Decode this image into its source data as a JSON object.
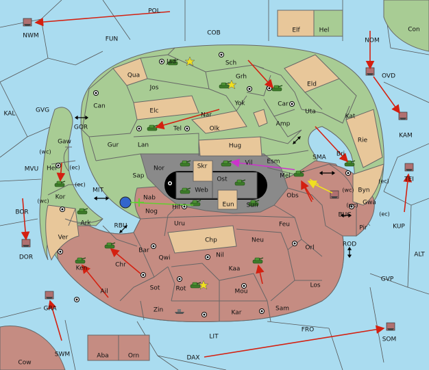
{
  "colors": {
    "sea": "#aadcf0",
    "land_green": "#a8cc94",
    "land_tan": "#e8c79a",
    "land_red": "#c58c82",
    "center_dark": "#8a8a8a",
    "center_black": "#000000",
    "order_red": "#d42010",
    "order_magenta": "#cc33cc",
    "order_yellow": "#f0e020",
    "order_green": "#66cc33"
  },
  "labels": {
    "sea": {
      "POL": "POL",
      "NWM": "NWM",
      "FUN": "FUN",
      "COB": "COB",
      "NOM": "NOM",
      "Con": "Con",
      "OVD": "OVD",
      "KAL": "KAL",
      "GVG": "GVG",
      "GOR": "GOR",
      "KAM": "KAM",
      "SMA": "SMA",
      "MVU": "MVU",
      "MIT": "MIT",
      "BOR": "BOR",
      "RBU": "RBU",
      "BUC": "BUC",
      "KUP": "KUP",
      "TEI": "TEI",
      "DOR": "DOR",
      "ROD": "ROD",
      "ALT": "ALT",
      "GVP": "GVP",
      "GRA": "GRA",
      "FRO": "FRO",
      "SOM": "SOM",
      "LIT": "LIT",
      "SWM": "SWM",
      "DAX": "DAX",
      "Cow": "Cow"
    },
    "coast": {
      "wc1": "(wc)",
      "ec1": "(ec)",
      "ec2": "(ec)",
      "wc2": "(wc)",
      "wc3": "(wc)",
      "ec3": "(ec)",
      "wc4": "(wc)",
      "ec4": "(ec)"
    },
    "land": {
      "Elf": "Elf",
      "Hel": "Hel",
      "Jad": "Jad",
      "Sch": "Sch",
      "Qua": "Qua",
      "Grh": "Grh",
      "Jos": "Jos",
      "Eld": "Eld",
      "Car": "Car",
      "Can": "Can",
      "Yok": "Yok",
      "Elc": "Elc",
      "Nar": "Nar",
      "Uta": "Uta",
      "Kat": "Kat",
      "Tel": "Tel",
      "Amp": "Amp",
      "Olk": "Olk",
      "Gaw": "Gaw",
      "Gur": "Gur",
      "Lan": "Lan",
      "Hug": "Hug",
      "Rie": "Rie",
      "Bri": "Bri",
      "Esm": "Esm",
      "Her": "Her",
      "Nor": "Nor",
      "Skr": "Skr",
      "Vil": "Vil",
      "Sap": "Sap",
      "Ost": "Ost",
      "Mel": "Mel",
      "Kor": "Kor",
      "Web": "Web",
      "Byn": "Byn",
      "Obs": "Obs",
      "Nab": "Nab",
      "Eun": "Eun",
      "Hil": "Hil",
      "Sun": "Sun",
      "Gwa": "Gwa",
      "Ark": "Ark",
      "Nog": "Nog",
      "Pir": "Pir",
      "Uru": "Uru",
      "Feu": "Feu",
      "Ver": "Ver",
      "Chp": "Chp",
      "Neu": "Neu",
      "Bar": "Bar",
      "Orl": "Orl",
      "Qwi": "Qwi",
      "Nil": "Nil",
      "Chr": "Chr",
      "Ken": "Ken",
      "Kaa": "Kaa",
      "Los": "Los",
      "Sot": "Sot",
      "Rot": "Rot",
      "Ail": "Ail",
      "Mou": "Mou",
      "Sam": "Sam",
      "Zin": "Zin",
      "Kar": "Kar",
      "Aba": "Aba",
      "Orn": "Orn"
    }
  }
}
